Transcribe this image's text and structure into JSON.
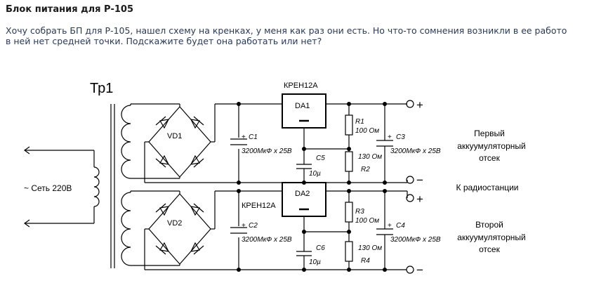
{
  "post": {
    "title": "Блок питания для Р-105",
    "line1": "Хочу собрать БП для Р-105, нашел схему на кренках, у меня как раз они есть. Но что-то сомнения возникли в ее работо",
    "line2": "в ней нет средней точки. Подскажите будет она работать или нет?"
  },
  "schematic": {
    "transformer": "Тр1",
    "mains": "~ Сеть 220В",
    "bridge1": "VD1",
    "bridge2": "VD2",
    "c1": "C1",
    "c1_value": "3200МкФ x 25В",
    "c2": "C2",
    "c2_value": "3200МкФ x 25В",
    "reg1_part": "КРЕН12А",
    "reg1": "DA1",
    "reg2_part": "КРЕН12А",
    "reg2": "DA2",
    "r1": "R1",
    "r1_value": "100 Ом",
    "r2": "R2",
    "r2_value": "130 Ом",
    "r3": "R3",
    "r3_value": "100 Ом",
    "r4": "R4",
    "r4_value": "130 Ом",
    "c5": "C5",
    "c5_value": "10µ",
    "c6": "C6",
    "c6_value": "10µ",
    "c3": "C3",
    "c3_value": "3200МкФ x 25В",
    "c4": "C4",
    "c4_value": "3200МкФ x 25В",
    "plus": "+",
    "minus": "−",
    "label_first_1": "Первый",
    "label_first_2": "аккуумуляторный",
    "label_first_3": "отсек",
    "label_radio": "К радиостанции",
    "label_second_1": "Второй",
    "label_second_2": "аккуумуляторный",
    "label_second_3": "отсек"
  }
}
